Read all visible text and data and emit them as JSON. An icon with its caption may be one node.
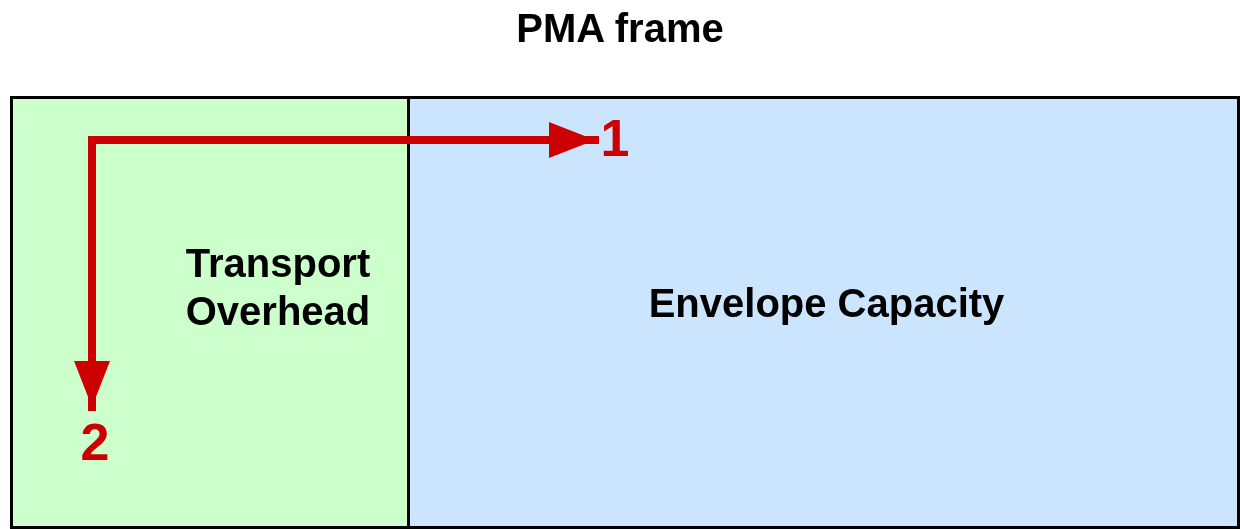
{
  "diagram": {
    "title": "PMA frame",
    "nodes": [
      {
        "text": [
          "Transport Overhead"
        ]
      },
      {
        "text": [
          "Envelope Capacity"
        ]
      },
      {
        "text": [
          "1"
        ],
        "in": 1
      },
      {
        "text": [
          "2"
        ],
        "in": 0
      }
    ],
    "edges": [
      {
        "from": null,
        "to": 2,
        "arrow": "to",
        "color": "#cc0000"
      },
      {
        "from": null,
        "to": 3,
        "arrow": "to",
        "color": "#cc0000"
      }
    ]
  }
}
